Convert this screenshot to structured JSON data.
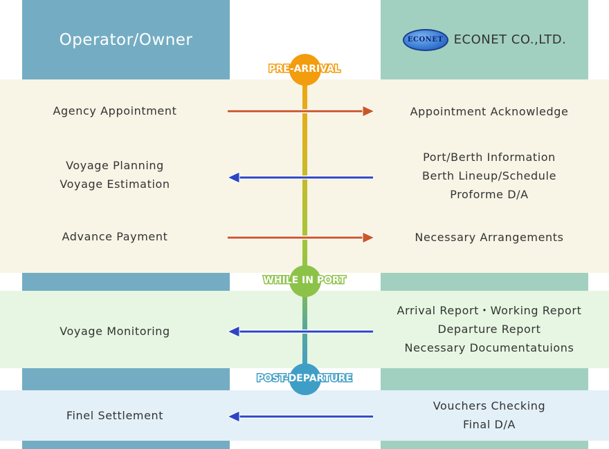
{
  "header": {
    "left_title": "Operator/Owner",
    "right_title": "ECONET CO.,LTD.",
    "logo_text": "ECONET"
  },
  "colors": {
    "left_column": "#74adc3",
    "right_column": "#a2d0c0",
    "pre_arrival": "#f29c0e",
    "while_in_port": "#8cc248",
    "post_departure": "#3f9ec6",
    "arrow_to_econet": "#cc5528",
    "arrow_to_owner": "#2b45c4"
  },
  "phases": [
    {
      "label": "PRE-ARRIVAL",
      "steps": [
        {
          "left": [
            "Agency Appointment"
          ],
          "right": [
            "Appointment Acknowledge"
          ],
          "direction": "to-right"
        },
        {
          "left": [
            "Voyage Planning",
            "Voyage Estimation"
          ],
          "right": [
            "Port/Berth Information",
            "Berth Lineup/Schedule",
            "Proforme D/A"
          ],
          "direction": "to-left"
        },
        {
          "left": [
            "Advance Payment"
          ],
          "right": [
            "Necessary Arrangements"
          ],
          "direction": "to-right"
        }
      ]
    },
    {
      "label": "WHILE IN PORT",
      "steps": [
        {
          "left": [
            "Voyage Monitoring"
          ],
          "right": [
            "Arrival Report・Working Report",
            "Departure Report",
            "Necessary Documentatuions"
          ],
          "direction": "to-left"
        }
      ]
    },
    {
      "label": "POST-DEPARTURE",
      "steps": [
        {
          "left": [
            "Finel Settlement"
          ],
          "right": [
            "Vouchers Checking",
            "Final D/A"
          ],
          "direction": "to-left"
        }
      ]
    }
  ]
}
